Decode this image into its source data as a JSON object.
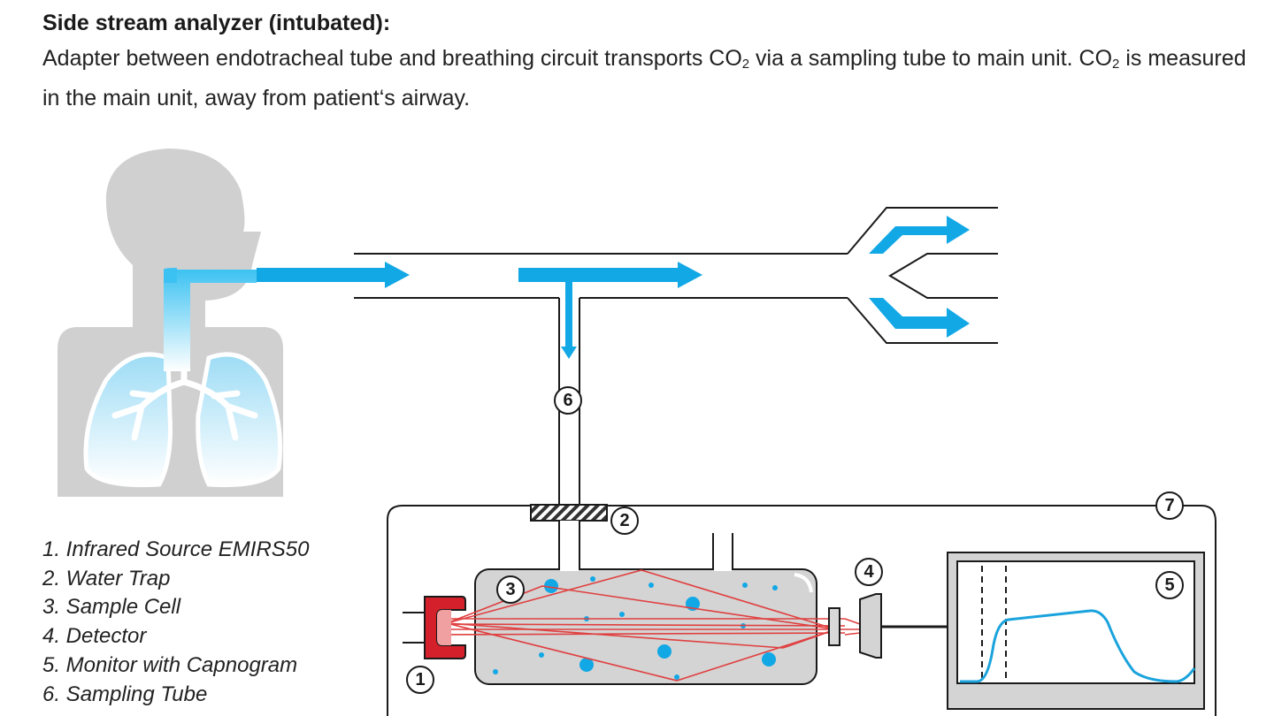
{
  "heading": "Side stream analyzer (intubated):",
  "description": {
    "part1": "Adapter between endotracheal tube and breathing circuit transports CO",
    "sub1": "2",
    "part2": " via a sampling tube to main unit. CO",
    "sub2": "2",
    "part3": " is measured in the main unit, away from patient‘s airway."
  },
  "legend": [
    "1. Infrared Source EMIRS50",
    "2. Water Trap",
    "3. Sample Cell",
    "4. Detector",
    "5. Monitor with Capnogram",
    "6. Sampling Tube"
  ],
  "markers": [
    "1",
    "2",
    "3",
    "4",
    "5",
    "6",
    "7"
  ],
  "colors": {
    "flow_arrow": "#12a8e6",
    "silhouette": "#d0d0d0",
    "ir_source": "#d4202a",
    "ir_beam": "#e04040",
    "capnogram": "#1aa3dd",
    "sample_cell": "#d4d4d4"
  }
}
